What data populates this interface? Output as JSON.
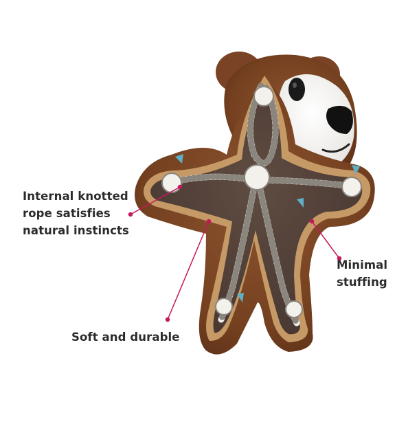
{
  "callouts": {
    "rope": {
      "lines": [
        "Internal knotted",
        "rope satisfies",
        "natural instincts"
      ]
    },
    "stuffing": {
      "lines": [
        "Minimal",
        "stuffing"
      ]
    },
    "durable": {
      "lines": [
        "Soft and durable"
      ]
    }
  },
  "colors": {
    "fur": "#7a4326",
    "fur_dark": "#5a2e18",
    "panel": "#54423a",
    "trim": "#c69a66",
    "rope": "#f3f1ec",
    "accent_line": "#c4185c",
    "teal_tag": "#5fb0c6",
    "text": "#2b2b2b"
  }
}
